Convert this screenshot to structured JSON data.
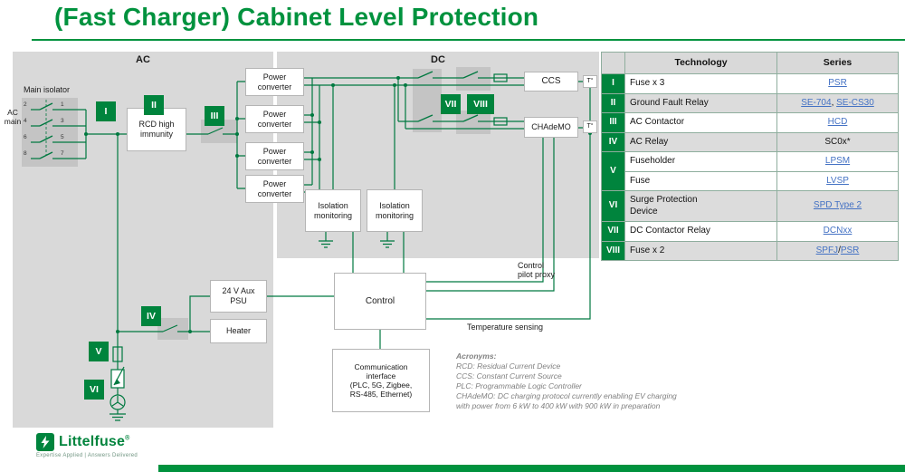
{
  "page": {
    "title": "(Fast Charger) Cabinet Level Protection"
  },
  "diagram": {
    "ac_label": "AC",
    "dc_label": "DC",
    "badges": [
      "I",
      "II",
      "III",
      "IV",
      "V",
      "VI",
      "VII",
      "VIII"
    ],
    "labels": {
      "main_isolator": "Main isolator",
      "ac_main": "AC\nmain",
      "control_pilot_proxy": "Control\npilot proxy",
      "temperature_sensing": "Temperature sensing",
      "t_sensor_ccs": "T°",
      "t_sensor_chademo": "T°"
    },
    "pins": [
      "2",
      "1",
      "4",
      "3",
      "6",
      "5",
      "8",
      "7"
    ],
    "boxes": {
      "rcd": "RCD high\nimmunity",
      "power_converter": "Power\nconverter",
      "isolation_monitoring": "Isolation\nmonitoring",
      "ccs": "CCS",
      "chademo": "CHAdeMO",
      "aux_psu": "24 V Aux\nPSU",
      "heater": "Heater",
      "control": "Control",
      "comm_interface": "Communication\ninterface\n(PLC, 5G, Zigbee,\nRS-485, Ethernet)"
    }
  },
  "table": {
    "headers": [
      "Technology",
      "Series"
    ],
    "rows": [
      {
        "badge": "I",
        "rowspan": 1,
        "technology": "Fuse x 3",
        "series": [
          {
            "text": "PSR",
            "link": true
          }
        ]
      },
      {
        "badge": "II",
        "rowspan": 1,
        "technology": "Ground Fault Relay",
        "series": [
          {
            "text": "SE-704",
            "link": true
          },
          {
            "text": ", ",
            "link": false
          },
          {
            "text": "SE-CS30",
            "link": true
          }
        ]
      },
      {
        "badge": "III",
        "rowspan": 1,
        "technology": "AC Contactor",
        "series": [
          {
            "text": "HCD",
            "link": true
          }
        ]
      },
      {
        "badge": "IV",
        "rowspan": 1,
        "technology": "AC Relay",
        "series": [
          {
            "text": "SC0x*",
            "link": false
          }
        ]
      },
      {
        "badge": "V",
        "rowspan": 2,
        "technology": "Fuseholder",
        "series": [
          {
            "text": "LPSM",
            "link": true
          }
        ]
      },
      {
        "badge": null,
        "rowspan": 1,
        "technology": "Fuse",
        "series": [
          {
            "text": "LVSP",
            "link": true
          }
        ]
      },
      {
        "badge": "VI",
        "rowspan": 1,
        "technology": "Surge Protection\nDevice",
        "series": [
          {
            "text": "SPD Type 2",
            "link": true
          }
        ]
      },
      {
        "badge": "VII",
        "rowspan": 1,
        "technology": "DC Contactor Relay",
        "series": [
          {
            "text": "DCNxx",
            "link": true
          }
        ]
      },
      {
        "badge": "VIII",
        "rowspan": 1,
        "technology": "Fuse x 2",
        "series": [
          {
            "text": "SPFJ",
            "link": true
          },
          {
            "text": "/",
            "link": false
          },
          {
            "text": "PSR",
            "link": true
          }
        ]
      }
    ]
  },
  "acronyms": {
    "heading": "Acronyms:",
    "lines": [
      "RCD: Residual Current Device",
      "CCS: Constant Current Source",
      "PLC: Programmable Logic Controller",
      "CHAdeMO: DC charging protocol currently enabling EV charging",
      "with power from 6 kW to 400 kW with 900 kW in preparation"
    ]
  },
  "footer": {
    "brand": "Littelfuse",
    "registered": "®",
    "tagline": "Expertise Applied | Answers Delivered"
  },
  "colors": {
    "brand_green": "#00923E",
    "badge_green": "#00843D",
    "wire_green": "#007940",
    "link_blue": "#4472C4",
    "panel_gray": "#D9D9D9",
    "patch_gray": "#C4C4C4"
  }
}
